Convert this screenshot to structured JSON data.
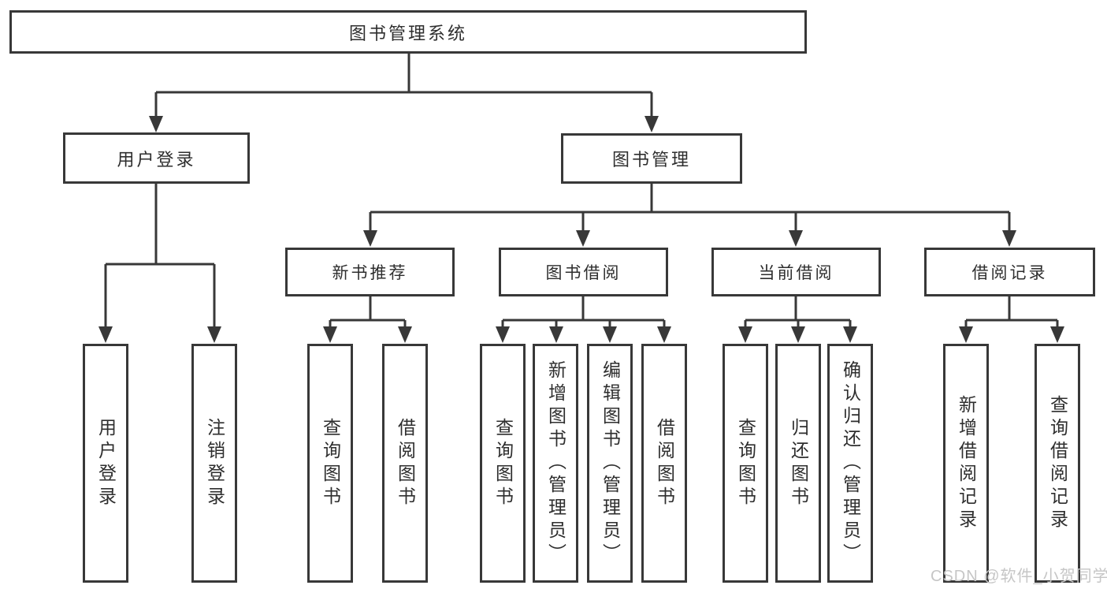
{
  "diagram": {
    "title": "图书管理系统",
    "login": {
      "label": "用户登录",
      "children": [
        "用户登录",
        "注销登录"
      ]
    },
    "management": {
      "label": "图书管理",
      "sections": [
        {
          "label": "新书推荐",
          "children": [
            "查询图书",
            "借阅图书"
          ]
        },
        {
          "label": "图书借阅",
          "children": [
            "查询图书",
            "新增图书（管理员）",
            "编辑图书（管理员）",
            "借阅图书"
          ]
        },
        {
          "label": "当前借阅",
          "children": [
            "查询图书",
            "归还图书",
            "确认归还（管理员）"
          ]
        },
        {
          "label": "借阅记录",
          "children": [
            "新增借阅记录",
            "查询借阅记录"
          ]
        }
      ]
    }
  },
  "watermark": "CSDN @软件_小贺同学",
  "colors": {
    "line": "#383838",
    "box_border": "#383838",
    "text": "#2e2e2e",
    "watermark": "#c6c6c6",
    "background": "#ffffff"
  }
}
